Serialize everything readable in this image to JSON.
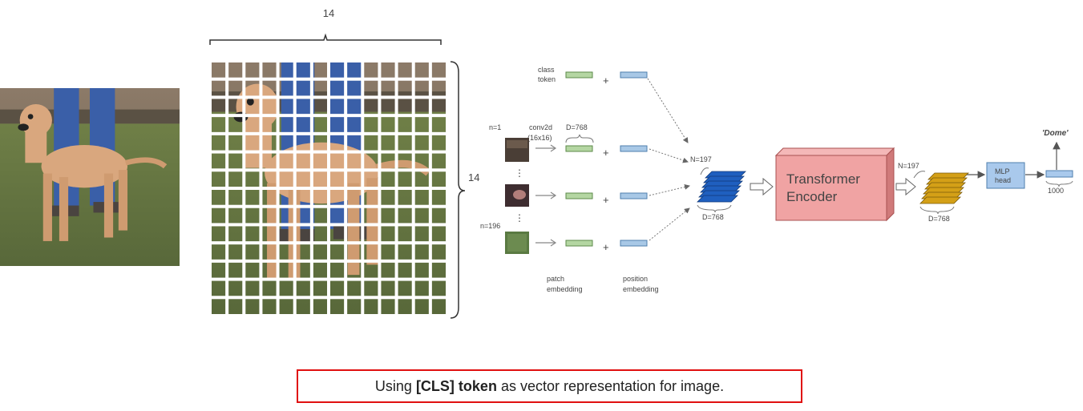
{
  "patch_grid": {
    "top_count": "14",
    "side_count": "14",
    "rows": 14,
    "cols": 14
  },
  "embedding": {
    "class_token": [
      "class",
      "token"
    ],
    "n_first": "n=1",
    "n_last": "n=196",
    "conv": [
      "conv2d",
      "(16x16)"
    ],
    "dim_top": "D=768",
    "plus": "+",
    "patch_label": [
      "patch",
      "embedding"
    ],
    "position_label": [
      "position",
      "embedding"
    ]
  },
  "encoder_input": {
    "n": "N=197",
    "d": "D=768"
  },
  "encoder": {
    "line1": "Transformer",
    "line2": "Encoder"
  },
  "encoder_output": {
    "n": "N=197",
    "d": "D=768"
  },
  "mlp_head": {
    "line1": "MLP",
    "line2": "head"
  },
  "output": {
    "label": "'Dome'",
    "size": "1000"
  },
  "caption": {
    "pre": "Using",
    "bold": "[CLS] token",
    "post": "as vector representation for image."
  },
  "colors": {
    "patch_green": "#b4d6a2",
    "position_blue": "#a8c8e6",
    "token_stack_blue": "#1f5fbf",
    "token_stack_gold": "#d4a017",
    "encoder_red": "#f0a3a3",
    "mlp_blue": "#a9c9ec",
    "caption_border": "#e01010"
  }
}
